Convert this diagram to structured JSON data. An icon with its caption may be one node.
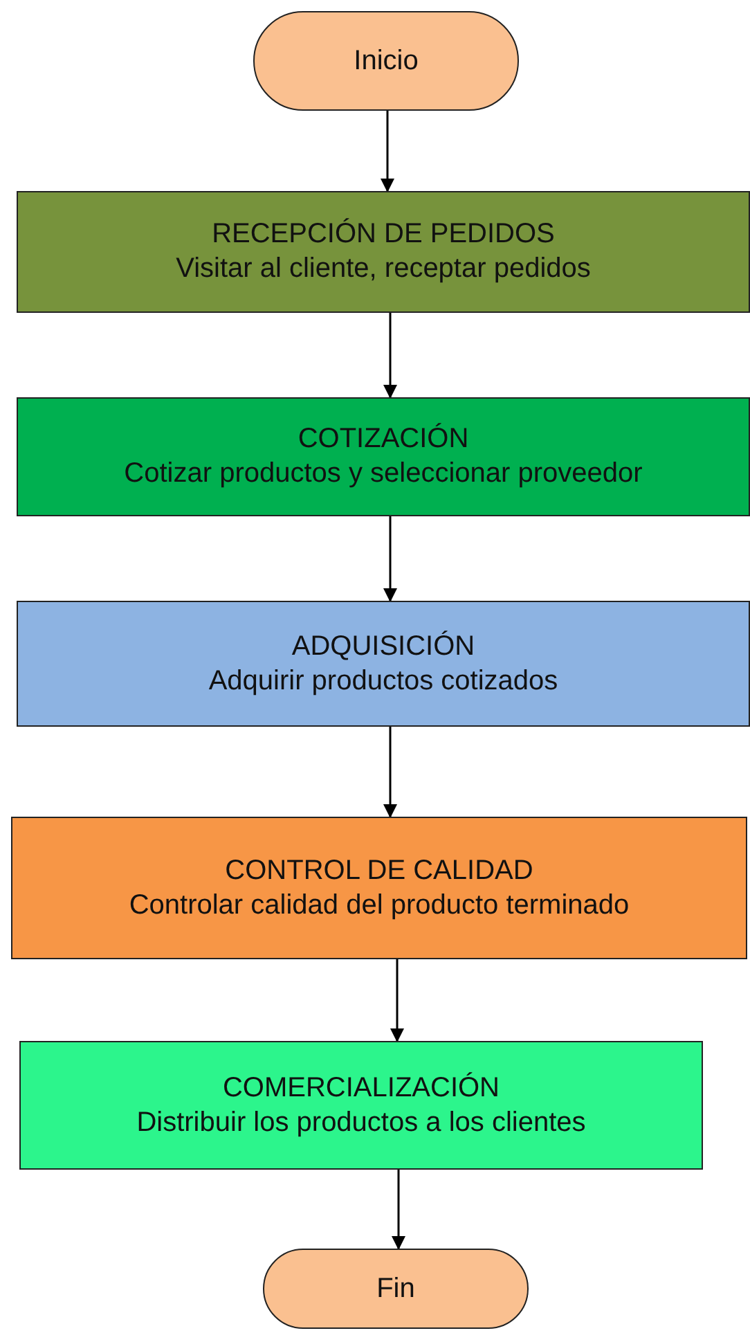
{
  "diagram": {
    "nodes": [
      {
        "text": [
          "Inicio"
        ]
      },
      {
        "text": [
          "RECEPCIÓN DE PEDIDOS",
          "Visitar al cliente, receptar pedidos"
        ]
      },
      {
        "text": [
          "COTIZACIÓN",
          "Cotizar productos y seleccionar proveedor"
        ]
      },
      {
        "text": [
          "ADQUISICIÓN",
          "Adquirir productos cotizados"
        ]
      },
      {
        "text": [
          "CONTROL DE CALIDAD",
          "Controlar calidad del producto terminado"
        ]
      },
      {
        "text": [
          "COMERCIALIZACIÓN",
          "Distribuir los productos a los clientes"
        ]
      },
      {
        "text": [
          "Fin"
        ]
      }
    ],
    "edges": [
      {
        "from": 0,
        "to": 1,
        "arrow": "to"
      },
      {
        "from": 1,
        "to": 2,
        "arrow": "to"
      },
      {
        "from": 2,
        "to": 3,
        "arrow": "to"
      },
      {
        "from": 3,
        "to": 4,
        "arrow": "to"
      },
      {
        "from": 4,
        "to": 5,
        "arrow": "to"
      },
      {
        "from": 5,
        "to": 6,
        "arrow": "to"
      }
    ]
  }
}
